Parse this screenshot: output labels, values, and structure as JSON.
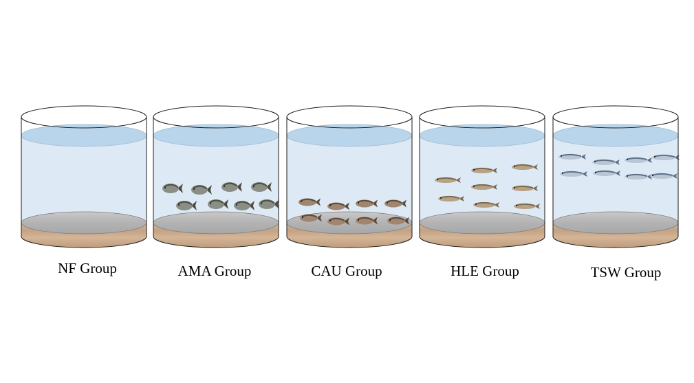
{
  "groups": [
    {
      "label": "NF Group",
      "fish_count": 0,
      "fish_type": "none"
    },
    {
      "label": "AMA Group",
      "fish_count": 8,
      "fish_type": "deep-bodied"
    },
    {
      "label": "CAU Group",
      "fish_count": 8,
      "fish_type": "carp"
    },
    {
      "label": "HLE Group",
      "fish_count": 8,
      "fish_type": "slender"
    },
    {
      "label": "TSW Group",
      "fish_count": 8,
      "fish_type": "silver-slender"
    }
  ],
  "colors": {
    "water": "#dde9f5",
    "water_surface": "#b9d5ec",
    "sediment_top": "#b9b9b9",
    "sediment_side": "#c9a98a",
    "outline": "#1a1a1a"
  }
}
